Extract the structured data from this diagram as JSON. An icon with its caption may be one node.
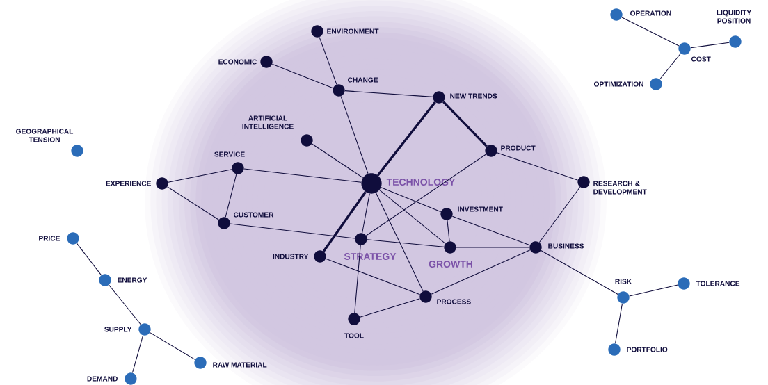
{
  "diagram": {
    "nodes": [
      {
        "text": [
          "ENVIRONMENT"
        ]
      },
      {
        "text": [
          "ECONOMIC"
        ]
      },
      {
        "text": [
          "CHANGE"
        ]
      },
      {
        "text": [
          "NEW TRENDS"
        ]
      },
      {
        "text": [
          "ARTIFICIAL INTELLIGENCE"
        ]
      },
      {
        "text": [
          "PRODUCT"
        ]
      },
      {
        "text": [
          "SERVICE"
        ]
      },
      {
        "text": [
          "EXPERIENCE"
        ]
      },
      {
        "text": [
          "TECHNOLOGY"
        ]
      },
      {
        "text": [
          "RESEARCH & DEVELOPMENT"
        ]
      },
      {
        "text": [
          "CUSTOMER"
        ]
      },
      {
        "text": [
          "INVESTMENT"
        ]
      },
      {
        "text": [
          "STRATEGY"
        ]
      },
      {
        "text": [
          "GROWTH"
        ]
      },
      {
        "text": [
          "BUSINESS"
        ]
      },
      {
        "text": [
          "INDUSTRY"
        ]
      },
      {
        "text": [
          "PROCESS"
        ]
      },
      {
        "text": [
          "TOOL"
        ]
      },
      {
        "text": [
          "OPERATION"
        ]
      },
      {
        "text": [
          "LIQUIDITY POSITION"
        ]
      },
      {
        "text": [
          "COST"
        ]
      },
      {
        "text": [
          "OPTIMIZATION"
        ]
      },
      {
        "text": [
          "GEOGRAPHICAL TENSION"
        ]
      },
      {
        "text": [
          "PRICE"
        ]
      },
      {
        "text": [
          "ENERGY"
        ]
      },
      {
        "text": [
          "SUPPLY"
        ]
      },
      {
        "text": [
          "RAW MATERIAL"
        ]
      },
      {
        "text": [
          "DEMAND"
        ]
      },
      {
        "text": [
          "RISK"
        ]
      },
      {
        "text": [
          "TOLERANCE"
        ]
      },
      {
        "text": [
          "PORTFOLIO"
        ]
      }
    ],
    "edges": [
      {
        "from": 0,
        "to": 2,
        "arrow": "none"
      },
      {
        "from": 1,
        "to": 2,
        "arrow": "none"
      },
      {
        "from": 2,
        "to": 3,
        "arrow": "none"
      },
      {
        "from": 2,
        "to": 8,
        "arrow": "none"
      },
      {
        "from": 3,
        "to": 8,
        "arrow": "none",
        "style": "thick"
      },
      {
        "from": 3,
        "to": 5,
        "arrow": "none",
        "style": "thick"
      },
      {
        "from": 4,
        "to": 8,
        "arrow": "none"
      },
      {
        "from": 5,
        "to": 12,
        "arrow": "none"
      },
      {
        "from": 5,
        "to": 9,
        "arrow": "none"
      },
      {
        "from": 6,
        "to": 7,
        "arrow": "none"
      },
      {
        "from": 6,
        "to": 10,
        "arrow": "none"
      },
      {
        "from": 6,
        "to": 8,
        "arrow": "none"
      },
      {
        "from": 7,
        "to": 10,
        "arrow": "none"
      },
      {
        "from": 10,
        "to": 12,
        "arrow": "none"
      },
      {
        "from": 12,
        "to": 13,
        "arrow": "none"
      },
      {
        "from": 8,
        "to": 15,
        "arrow": "none",
        "style": "thick"
      },
      {
        "from": 8,
        "to": 12,
        "arrow": "none"
      },
      {
        "from": 8,
        "to": 16,
        "arrow": "none"
      },
      {
        "from": 8,
        "to": 13,
        "arrow": "none"
      },
      {
        "from": 8,
        "to": 11,
        "arrow": "none"
      },
      {
        "from": 11,
        "to": 13,
        "arrow": "none"
      },
      {
        "from": 11,
        "to": 14,
        "arrow": "none"
      },
      {
        "from": 13,
        "to": 14,
        "arrow": "none"
      },
      {
        "from": 9,
        "to": 14,
        "arrow": "none"
      },
      {
        "from": 15,
        "to": 16,
        "arrow": "none"
      },
      {
        "from": 12,
        "to": 17,
        "arrow": "none"
      },
      {
        "from": 17,
        "to": 16,
        "arrow": "none"
      },
      {
        "from": 16,
        "to": 14,
        "arrow": "none"
      },
      {
        "from": 14,
        "to": 28,
        "arrow": "none"
      },
      {
        "from": 28,
        "to": 29,
        "arrow": "none"
      },
      {
        "from": 28,
        "to": 30,
        "arrow": "none"
      },
      {
        "from": 18,
        "to": 20,
        "arrow": "none"
      },
      {
        "from": 20,
        "to": 19,
        "arrow": "none"
      },
      {
        "from": 20,
        "to": 21,
        "arrow": "none"
      },
      {
        "from": 23,
        "to": 24,
        "arrow": "none"
      },
      {
        "from": 24,
        "to": 25,
        "arrow": "none"
      },
      {
        "from": 25,
        "to": 26,
        "arrow": "none"
      },
      {
        "from": 25,
        "to": 27,
        "arrow": "none"
      }
    ]
  }
}
